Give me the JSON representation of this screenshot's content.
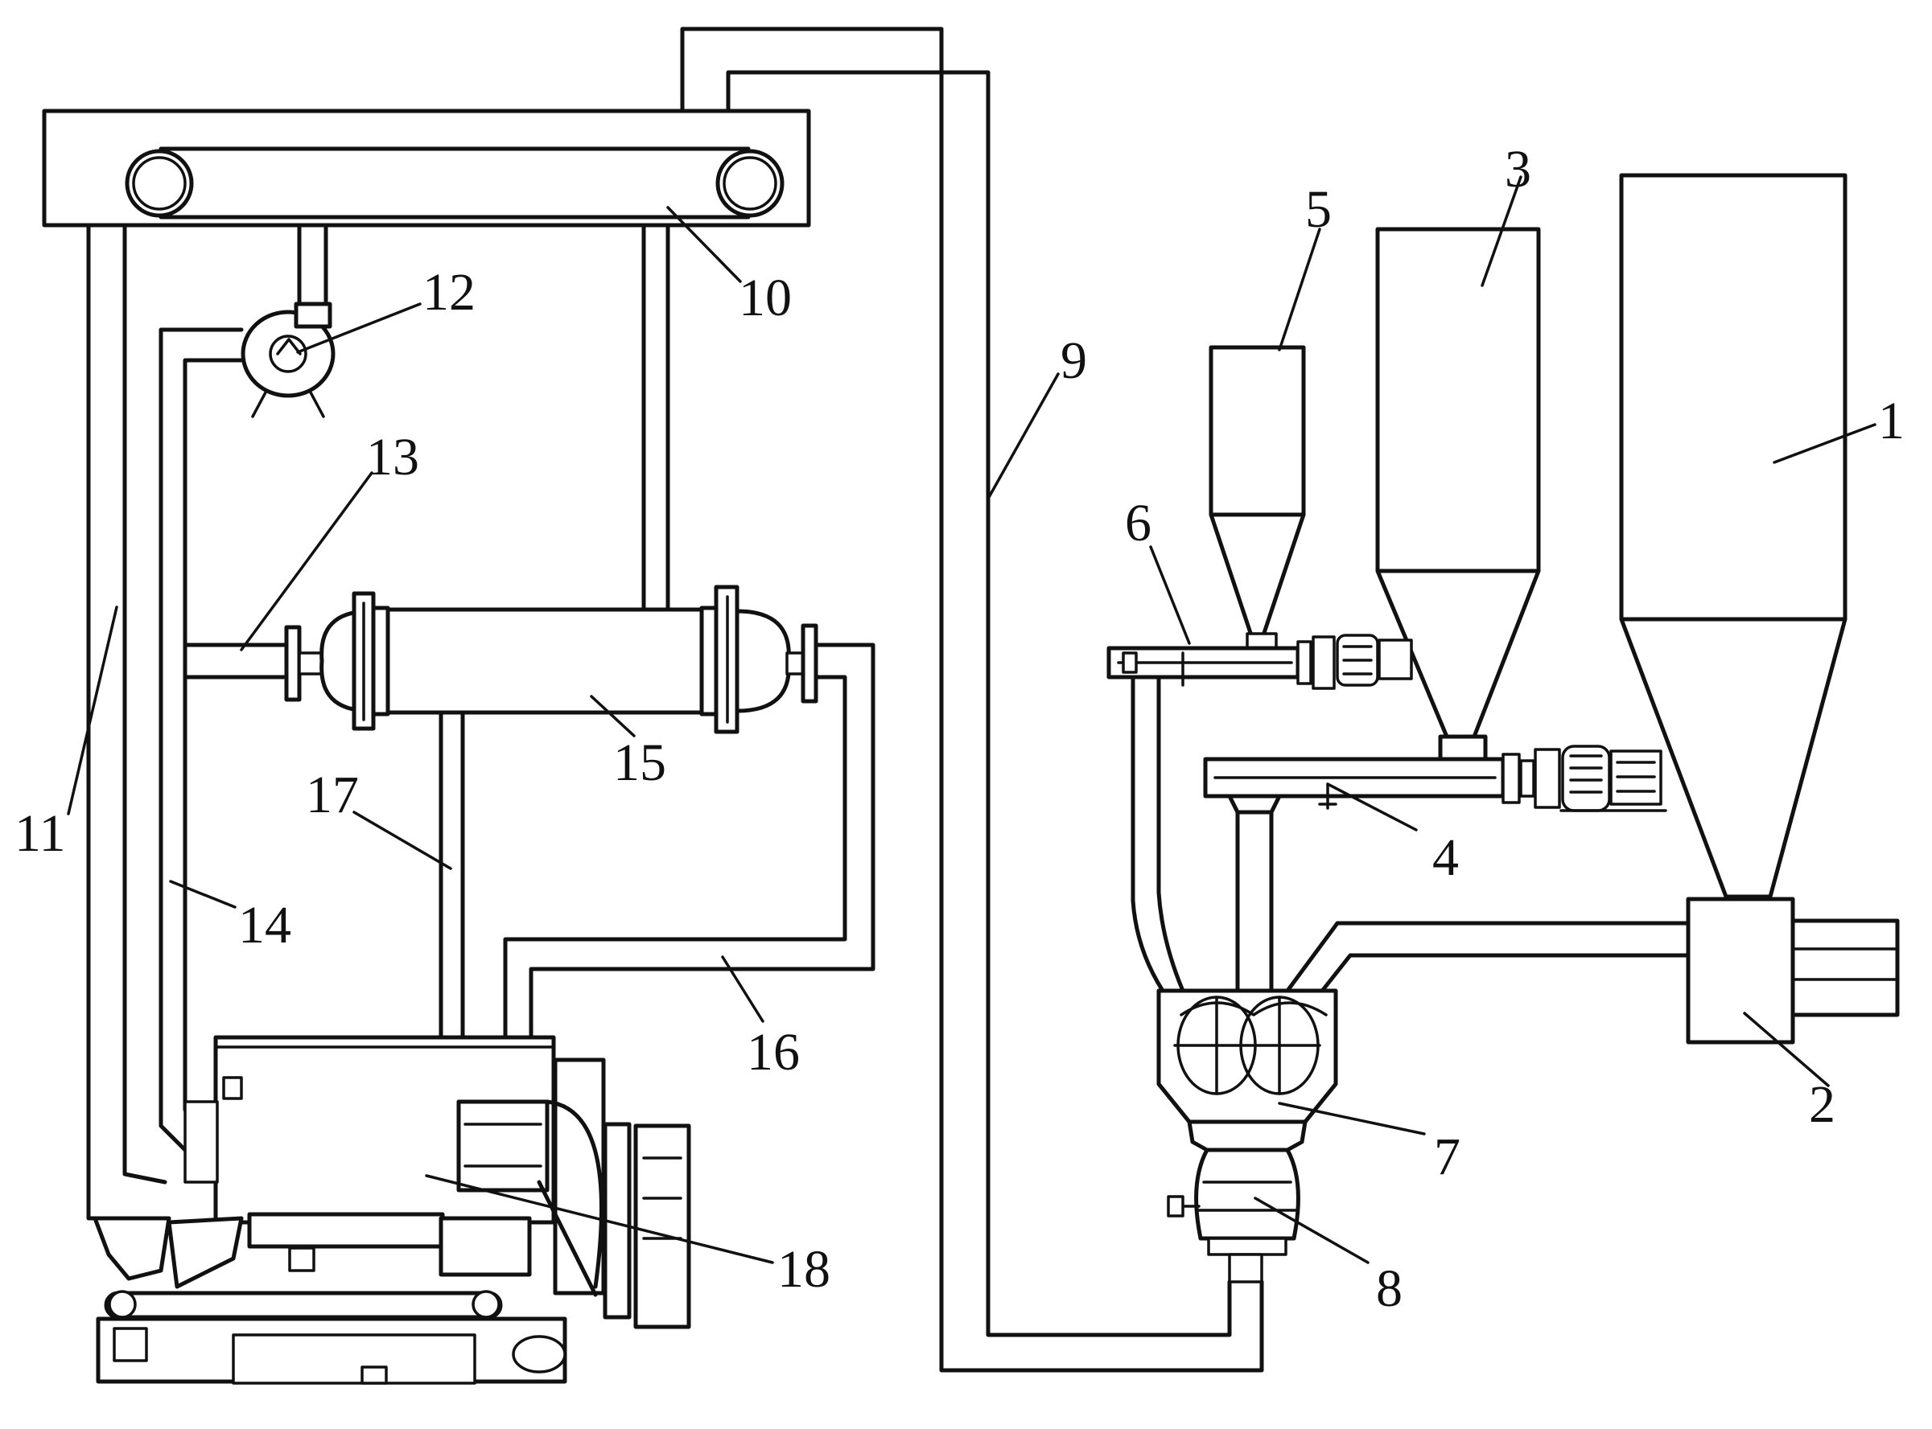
{
  "figure": {
    "labels": [
      {
        "id": "1",
        "text": "1"
      },
      {
        "id": "2",
        "text": "2"
      },
      {
        "id": "3",
        "text": "3"
      },
      {
        "id": "4",
        "text": "4"
      },
      {
        "id": "5",
        "text": "5"
      },
      {
        "id": "6",
        "text": "6"
      },
      {
        "id": "7",
        "text": "7"
      },
      {
        "id": "8",
        "text": "8"
      },
      {
        "id": "9",
        "text": "9"
      },
      {
        "id": "10",
        "text": "10"
      },
      {
        "id": "11",
        "text": "11"
      },
      {
        "id": "12",
        "text": "12"
      },
      {
        "id": "13",
        "text": "13"
      },
      {
        "id": "14",
        "text": "14"
      },
      {
        "id": "15",
        "text": "15"
      },
      {
        "id": "16",
        "text": "16"
      },
      {
        "id": "17",
        "text": "17"
      },
      {
        "id": "18",
        "text": "18"
      }
    ]
  },
  "colors": {
    "line": "#111111",
    "background": "#ffffff"
  }
}
